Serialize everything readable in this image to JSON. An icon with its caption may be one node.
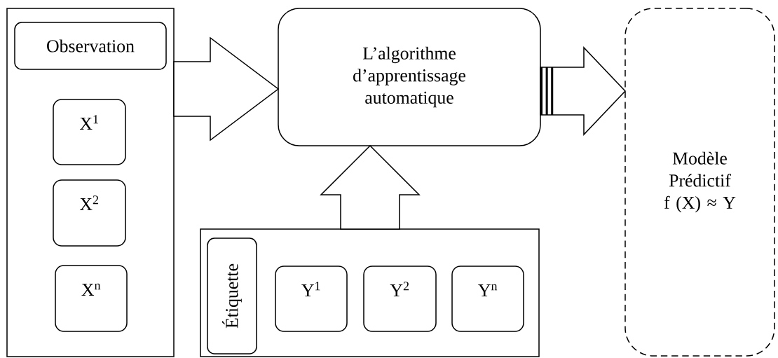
{
  "diagram": {
    "nodes": [
      {
        "text": [],
        "shape": "box"
      },
      {
        "text": [
          "Observation"
        ],
        "in": 0
      },
      {
        "text": [
          "X$^{1}$"
        ],
        "in": 0
      },
      {
        "text": [
          "X$^{2}$"
        ],
        "in": 0
      },
      {
        "text": [
          "X$^{n}$"
        ],
        "in": 0
      },
      {
        "text": [
          "L’algorithme d’apprentissage automatique"
        ]
      },
      {
        "text": [],
        "shape": "box"
      },
      {
        "text": [
          "Étiquette"
        ],
        "in": 6
      },
      {
        "text": [
          "Y$^{1}$"
        ],
        "in": 6
      },
      {
        "text": [
          "Y$^{2}$"
        ],
        "in": 6
      },
      {
        "text": [
          "Y$^{n}$"
        ],
        "in": 6
      },
      {
        "text": [
          "Modèle Prédictif f (X) ≈ Y"
        ]
      }
    ],
    "edges": [
      {
        "from": 0,
        "to": 5,
        "arrow": "to"
      },
      {
        "from": 6,
        "to": 5,
        "arrow": "to"
      },
      {
        "from": 5,
        "to": 11,
        "arrow": "to"
      }
    ]
  }
}
